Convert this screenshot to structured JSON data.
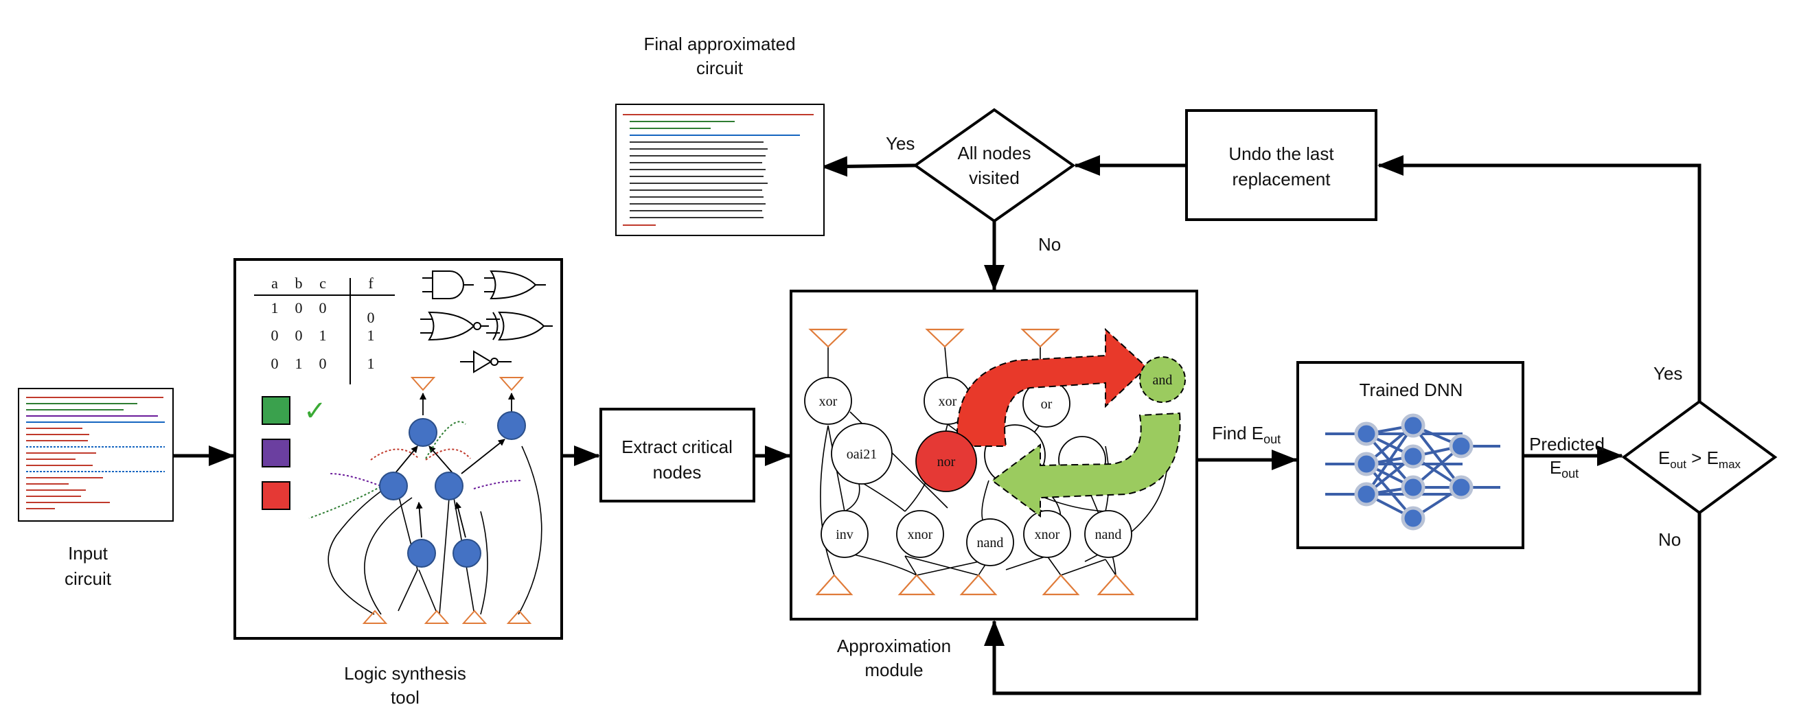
{
  "colors": {
    "node_blue": "#4472C4",
    "triangle_orange": "#E07B39",
    "arrow_red": "#E8392A",
    "arrow_green": "#9BCB5F",
    "check_green": "#3AAA35",
    "swatch_green": "#3AA14D",
    "swatch_purple": "#6B3FA0",
    "swatch_red": "#E53935"
  },
  "input": {
    "label_line1": "Input",
    "label_line2": "circuit"
  },
  "synthesis": {
    "label_line1": "Logic synthesis",
    "label_line2": "tool",
    "truth_table": {
      "headers": [
        "a",
        "b",
        "c",
        "f"
      ],
      "rows": [
        [
          "1",
          "0",
          "0",
          "0"
        ],
        [
          "0",
          "0",
          "1",
          "1"
        ],
        [
          "0",
          "1",
          "0",
          "1"
        ]
      ]
    },
    "check_icon": "✓"
  },
  "extract": {
    "line1": "Extract critical",
    "line2": "nodes"
  },
  "approx": {
    "label_line1": "Approximation",
    "label_line2": "module",
    "nodes": [
      "xor",
      "xor",
      "or",
      "and",
      "oai21",
      "nor",
      "inv",
      "xnor",
      "nand",
      "xnor",
      "nand"
    ]
  },
  "find_eout": {
    "text": "Find E",
    "sub": "out"
  },
  "dnn": {
    "title": "Trained DNN"
  },
  "predicted": {
    "line1": "Predicted",
    "line2": "E",
    "sub": "out"
  },
  "decision": {
    "e": "E",
    "sub1": "out",
    "gt": " > E",
    "sub2": "max"
  },
  "yes_right": "Yes",
  "no_right": "No",
  "undo": {
    "line1": "Undo the last",
    "line2": "replacement"
  },
  "all_nodes": {
    "line1": "All nodes",
    "line2": "visited"
  },
  "yes_top": "Yes",
  "no_top": "No",
  "final": {
    "line1": "Final approximated",
    "line2": "circuit"
  }
}
